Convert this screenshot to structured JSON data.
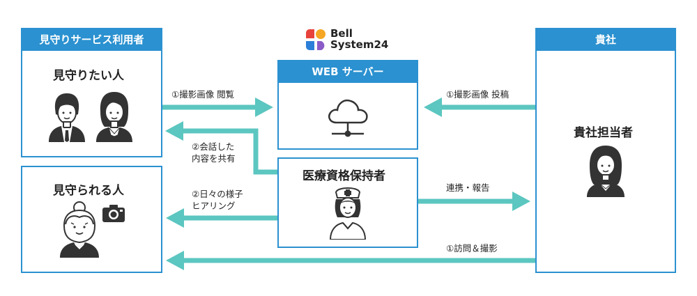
{
  "left_panel": {
    "header": "見守りサービス利用者",
    "watchers_title": "見守りたい人",
    "watched_title": "見守られる人"
  },
  "logo": {
    "line1": "Bell",
    "line2": "System24"
  },
  "server": {
    "header": "WEB サーバー"
  },
  "nurse": {
    "title": "医療資格保持者"
  },
  "right_panel": {
    "header": "貴社",
    "staff_title": "貴社担当者"
  },
  "arrows": {
    "photo_view": "①撮影画像 閲覧",
    "photo_post": "①撮影画像 投稿",
    "share_line1": "②会話した",
    "share_line2": "内容を共有",
    "hearing_line1": "②日々の様子",
    "hearing_line2": "ヒアリング",
    "report": "連携・報告",
    "visit": "①訪問＆撮影"
  },
  "colors": {
    "frame_blue": "#2b91d0",
    "arrow_teal": "#5cc6c0",
    "icon_dark": "#333333",
    "logo_red": "#e8433b",
    "logo_orange": "#f5a623",
    "logo_blue": "#2b7fd9",
    "logo_purple": "#8b5cc7"
  },
  "icons": [
    "man-avatar-icon",
    "woman-avatar-icon",
    "elderly-woman-icon",
    "camera-icon",
    "cloud-server-icon",
    "nurse-icon",
    "female-staff-icon",
    "bellsystem-logo-icon"
  ]
}
